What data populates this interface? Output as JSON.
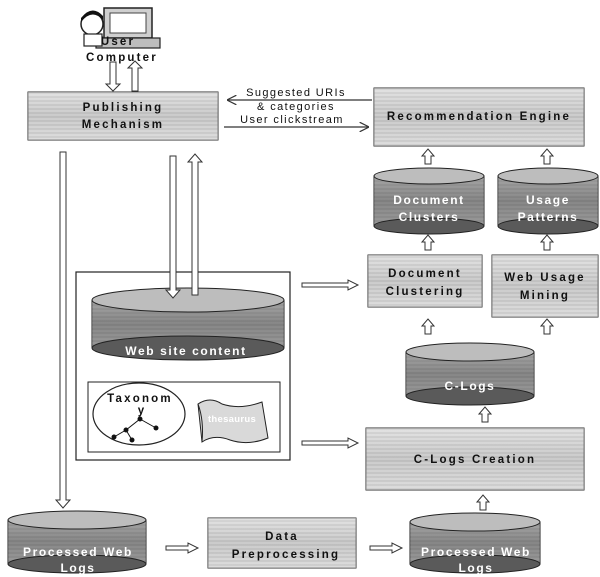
{
  "diagram": {
    "user_computer": "User Computer",
    "user_computer_line1": "User",
    "user_computer_line2": "Computer",
    "publishing_line1": "Publishing",
    "publishing_line2": "Mechanism",
    "arrow_suggested_line1": "Suggested URIs",
    "arrow_suggested_line2": "& categories",
    "arrow_clickstream": "User clickstream",
    "recommendation_engine": "Recommendation Engine",
    "doc_clusters_line1": "Document",
    "doc_clusters_line2": "Clusters",
    "usage_patterns_line1": "Usage",
    "usage_patterns_line2": "Patterns",
    "doc_clustering_line1": "Document",
    "doc_clustering_line2": "Clustering",
    "web_usage_mining_line1": "Web Usage",
    "web_usage_mining_line2": "Mining",
    "web_site_content": "Web site content",
    "taxonomy_line1": "Taxonom",
    "taxonomy_line2": "y",
    "thesaurus": "thesaurus",
    "c_logs": "C-Logs",
    "c_logs_creation": "C-Logs Creation",
    "processed_web_logs_left_line1": "Processed Web",
    "processed_web_logs_left_line2": "Logs",
    "data_preprocessing_line1": "Data",
    "data_preprocessing_line2": "Preprocessing",
    "processed_web_logs_right_line1": "Processed Web",
    "processed_web_logs_right_line2": "Logs"
  }
}
